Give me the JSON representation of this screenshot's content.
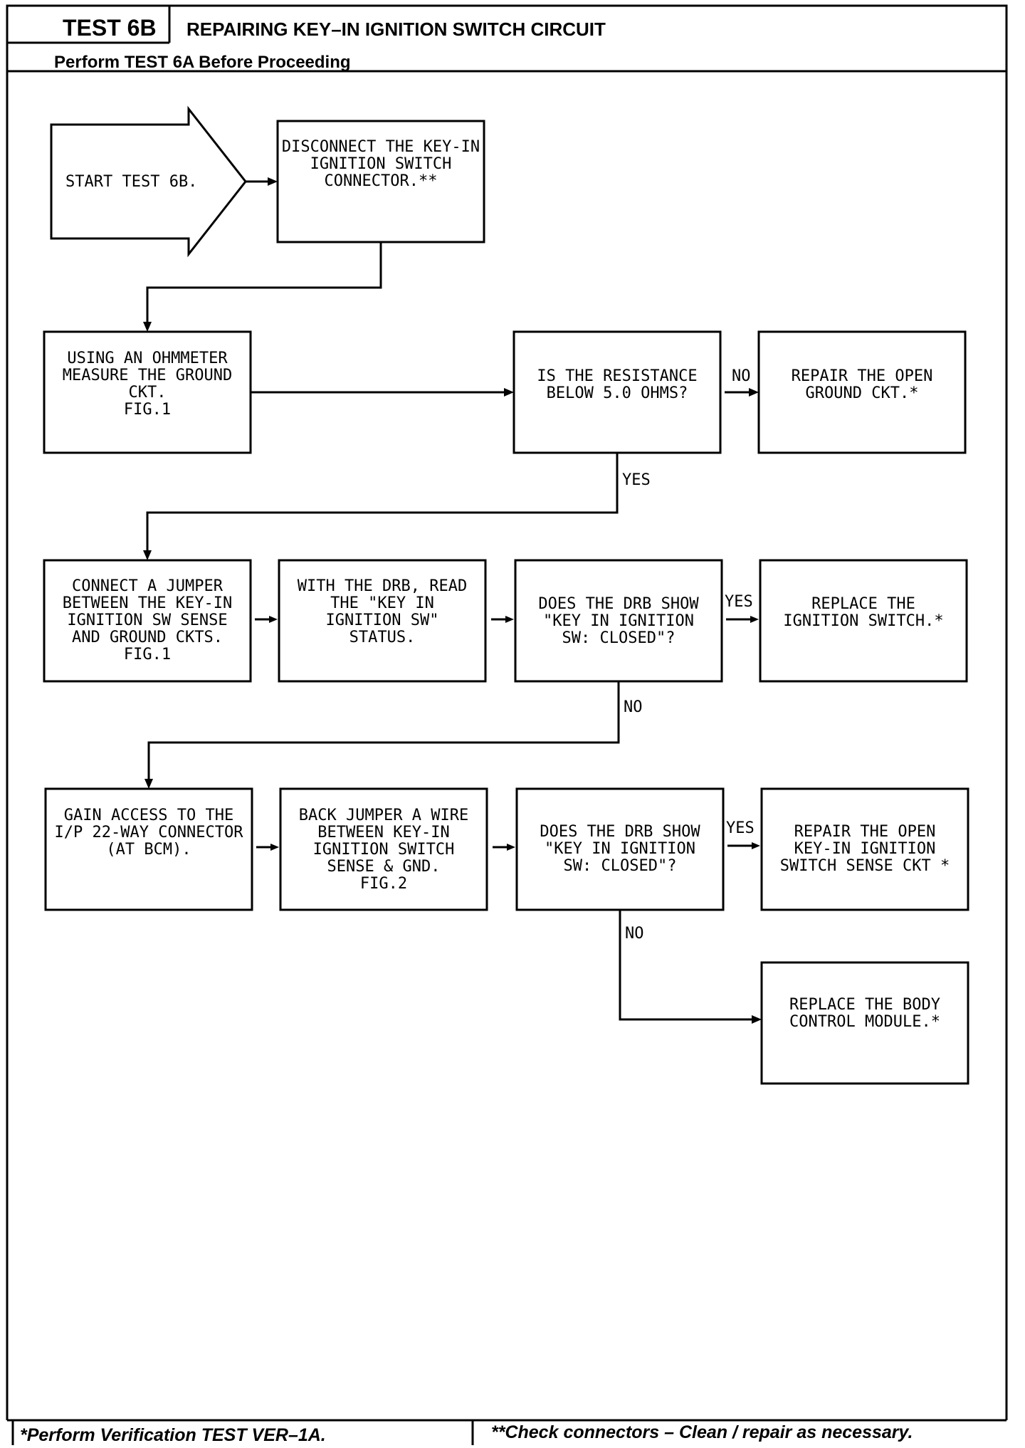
{
  "header": {
    "test_id": "TEST 6B",
    "title": "REPAIRING KEY–IN IGNITION SWITCH CIRCUIT",
    "subtitle": "Perform TEST 6A Before Proceeding"
  },
  "nodes": {
    "start": {
      "lines": [
        "START TEST 6B."
      ]
    },
    "disconnect": {
      "lines": [
        "DISCONNECT THE KEY-IN",
        "IGNITION SWITCH",
        "CONNECTOR.**"
      ]
    },
    "ohmmeter": {
      "lines": [
        "USING AN OHMMETER",
        "MEASURE THE GROUND",
        "CKT.",
        "FIG.1"
      ]
    },
    "resistance_q": {
      "lines": [
        "IS THE RESISTANCE",
        "BELOW 5.0 OHMS?"
      ]
    },
    "repair_ground": {
      "lines": [
        "REPAIR THE OPEN",
        "GROUND CKT.*"
      ]
    },
    "jumper": {
      "lines": [
        "CONNECT A JUMPER",
        "BETWEEN THE KEY-IN",
        "IGNITION SW SENSE",
        "AND GROUND CKTS.",
        "FIG.1"
      ]
    },
    "drb_read": {
      "lines": [
        "WITH THE DRB, READ",
        "THE \"KEY IN",
        "IGNITION SW\"",
        "STATUS."
      ]
    },
    "drb_q1": {
      "lines": [
        "DOES THE DRB SHOW",
        "\"KEY IN IGNITION",
        "SW: CLOSED\"?"
      ]
    },
    "replace_switch": {
      "lines": [
        "REPLACE THE",
        "IGNITION SWITCH.*"
      ]
    },
    "gain_access": {
      "lines": [
        "GAIN ACCESS TO THE",
        "I/P 22-WAY CONNECTOR",
        "(AT BCM)."
      ]
    },
    "back_jumper": {
      "lines": [
        "BACK JUMPER A WIRE",
        "BETWEEN KEY-IN",
        "IGNITION SWITCH",
        "SENSE & GND.",
        "FIG.2"
      ]
    },
    "drb_q2": {
      "lines": [
        "DOES THE DRB SHOW",
        "\"KEY IN IGNITION",
        "SW: CLOSED\"?"
      ]
    },
    "repair_sense": {
      "lines": [
        "REPAIR THE OPEN",
        "KEY-IN IGNITION",
        "SWITCH SENSE CKT *"
      ]
    },
    "replace_bcm": {
      "lines": [
        "REPLACE THE BODY",
        "CONTROL MODULE.*"
      ]
    }
  },
  "labels": {
    "no_1": "NO",
    "yes_1": "YES",
    "yes_2": "YES",
    "no_2": "NO",
    "yes_3": "YES",
    "no_3": "NO"
  },
  "footer": {
    "left": "*Perform Verification TEST VER–1A.",
    "right": "**Check connectors – Clean / repair as necessary."
  }
}
